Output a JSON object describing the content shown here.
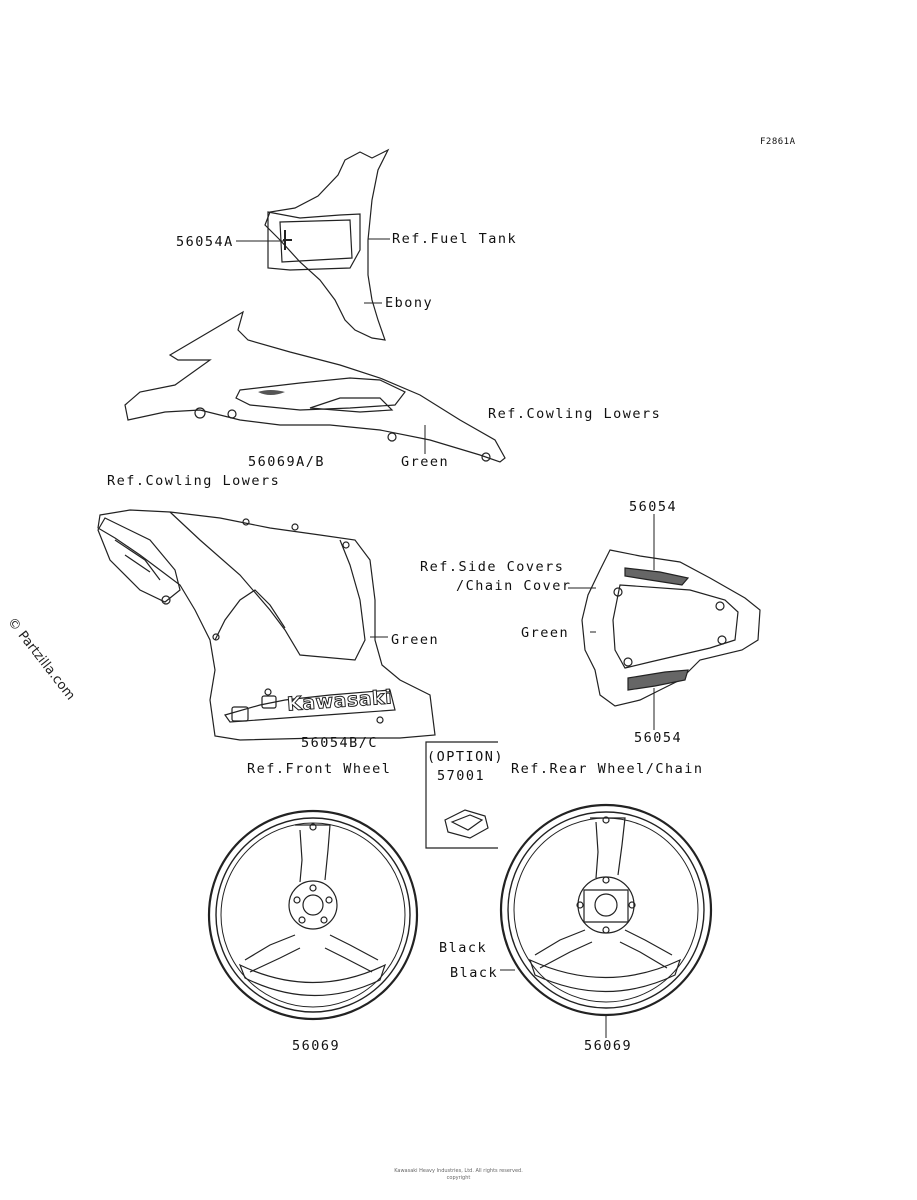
{
  "figure_code": "F2861A",
  "watermark": "© Partzilla.com",
  "labels": {
    "part_56054A": "56054A",
    "ref_fuel_tank": "Ref.Fuel Tank",
    "ebony": "Ebony",
    "ref_cowling_lowers_upper": "Ref.Cowling Lowers",
    "part_56069AB": "56069A/B",
    "green_top": "Green",
    "ref_cowling_lowers_left": "Ref.Cowling Lowers",
    "part_56054_top": "56054",
    "ref_side_covers": "Ref.Side Covers",
    "chain_cover": "/Chain Cover",
    "green_side": "Green",
    "green_cowl": "Green",
    "part_56054_bottom": "56054",
    "part_56054BC": "56054B/C",
    "option": "(OPTION)",
    "part_57001": "57001",
    "ref_front_wheel": "Ref.Front Wheel",
    "ref_rear_wheel": "Ref.Rear Wheel/Chain",
    "black_1": "Black",
    "black_2": "Black",
    "part_56069_front": "56069",
    "part_56069_rear": "56069"
  },
  "decal_text": "Kawasaki",
  "footer": {
    "line1": "Kawasaki Heavy Industries, Ltd. All rights reserved.",
    "line2": "copyright"
  }
}
